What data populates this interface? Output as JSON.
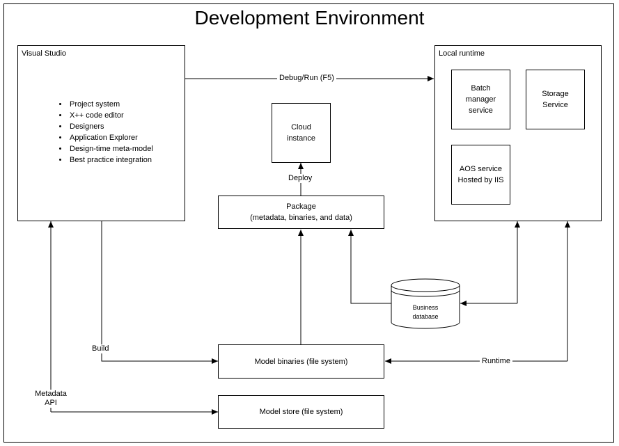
{
  "title": "Development Environment",
  "visual_studio": {
    "label": "Visual Studio",
    "features": [
      "Project system",
      "X++ code editor",
      "Designers",
      "Application Explorer",
      "Design-time meta-model",
      "Best practice integration"
    ]
  },
  "local_runtime": {
    "label": "Local runtime",
    "batch_service": "Batch\nmanager\nservice",
    "storage_service": "Storage\nService",
    "aos_service": "AOS service\nHosted by IIS"
  },
  "cloud_instance": "Cloud\ninstance",
  "package": "Package\n(metadata, binaries, and data)",
  "business_database": "Business\ndatabase",
  "model_binaries": "Model binaries (file system)",
  "model_store": "Model store (file system)",
  "edges": {
    "debug_run": "Debug/Run (F5)",
    "deploy": "Deploy",
    "build": "Build",
    "runtime": "Runtime",
    "metadata_api": "Metadata\nAPI"
  }
}
